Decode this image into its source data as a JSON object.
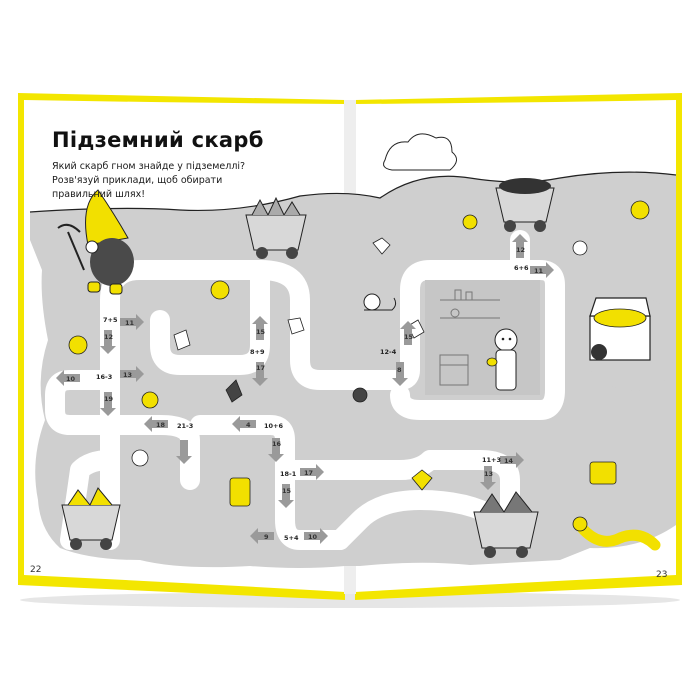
{
  "title": "Підземний скарб",
  "subtitle": "Який скарб гном знайде у підземеллі? Розв'язуй приклади, щоб обирати правильний шлях!",
  "page_left": "22",
  "page_right": "23",
  "expressions": [
    {
      "id": "e1",
      "text": "7+5"
    },
    {
      "id": "e2",
      "text": "16-3"
    },
    {
      "id": "e3",
      "text": "21-3"
    },
    {
      "id": "e4",
      "text": "8+9"
    },
    {
      "id": "e5",
      "text": "10+6"
    },
    {
      "id": "e6",
      "text": "18-1"
    },
    {
      "id": "e7",
      "text": "5+4"
    },
    {
      "id": "e8",
      "text": "12-4"
    },
    {
      "id": "e9",
      "text": "6+6"
    },
    {
      "id": "e10",
      "text": "11+3"
    }
  ],
  "answers": [
    {
      "id": "a1",
      "text": "11"
    },
    {
      "id": "a2",
      "text": "12"
    },
    {
      "id": "a3",
      "text": "10"
    },
    {
      "id": "a4",
      "text": "13"
    },
    {
      "id": "a5",
      "text": "19"
    },
    {
      "id": "a6",
      "text": "18"
    },
    {
      "id": "a7",
      "text": "15"
    },
    {
      "id": "a8",
      "text": "17"
    },
    {
      "id": "a9",
      "text": "4"
    },
    {
      "id": "a10",
      "text": "16"
    },
    {
      "id": "a11",
      "text": "17"
    },
    {
      "id": "a12",
      "text": "15"
    },
    {
      "id": "a13",
      "text": "9"
    },
    {
      "id": "a14",
      "text": "10"
    },
    {
      "id": "a15",
      "text": "15"
    },
    {
      "id": "a16",
      "text": "8"
    },
    {
      "id": "a17",
      "text": "12"
    },
    {
      "id": "a18",
      "text": "11"
    },
    {
      "id": "a19",
      "text": "13"
    },
    {
      "id": "a20",
      "text": "14"
    }
  ],
  "colors": {
    "accent": "#f3e600",
    "cave": "#cfcfcf",
    "cave_dark": "#bdbdbd",
    "path": "#ffffff",
    "gem": "#f2e000"
  }
}
